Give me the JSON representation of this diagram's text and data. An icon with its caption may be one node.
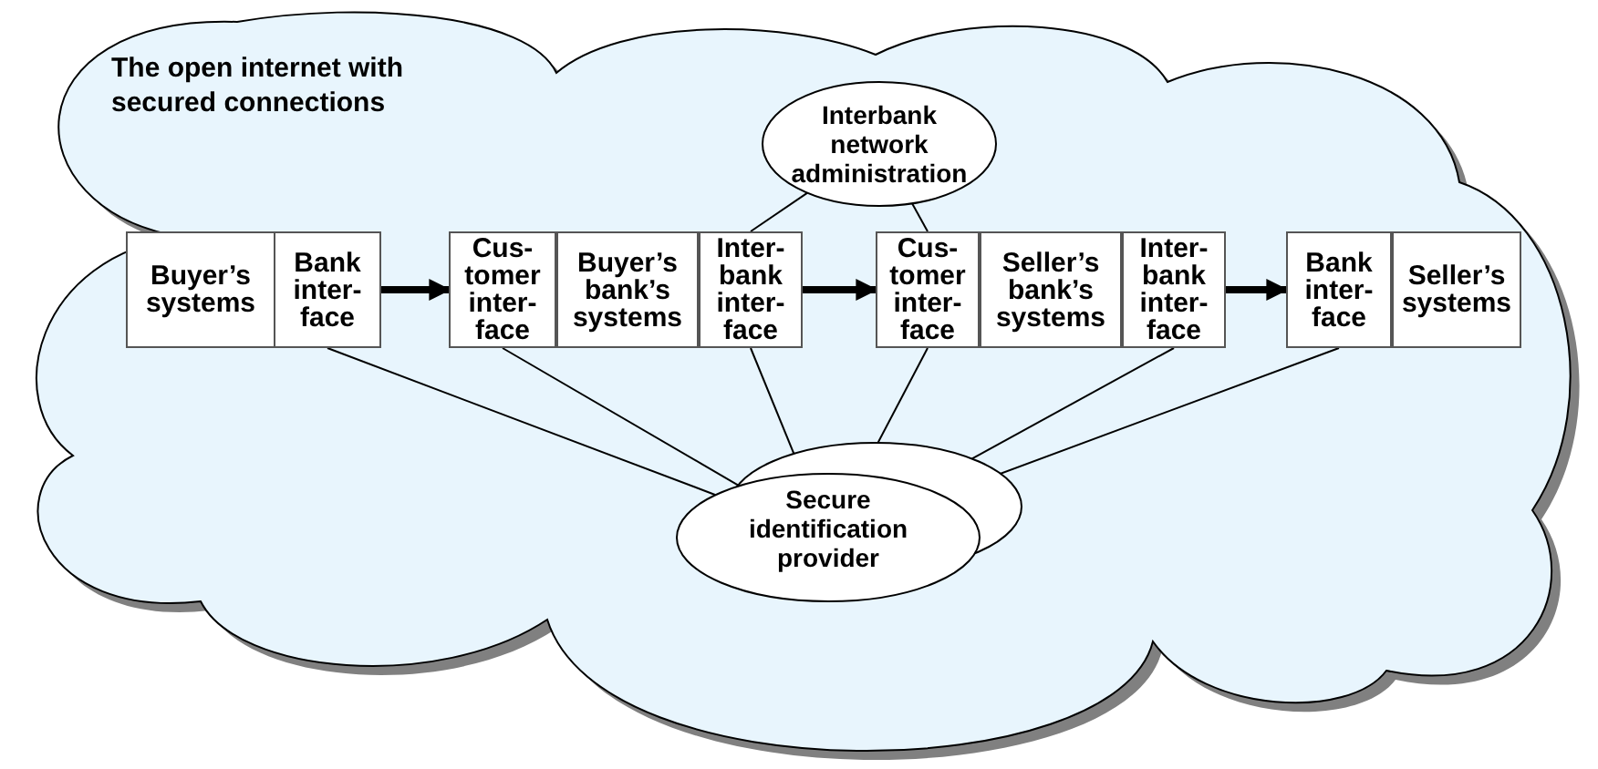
{
  "diagram": {
    "nodes": [
      {
        "text": [
          "The open internet with secured connections"
        ]
      },
      {
        "text": [
          "Interbank network administration"
        ],
        "in": 0
      },
      {
        "text": [
          "Buyer’s systems"
        ],
        "in": 0
      },
      {
        "text": [
          "Bank inter- face"
        ],
        "in": 0
      },
      {
        "text": [
          "Cus- tomer inter- face"
        ],
        "in": 0
      },
      {
        "text": [
          "Buyer’s bank’s systems"
        ],
        "in": 0
      },
      {
        "text": [
          "Inter- bank inter- face"
        ],
        "in": 0
      },
      {
        "text": [
          "Cus- tomer inter- face"
        ],
        "in": 0
      },
      {
        "text": [
          "Seller’s bank’s systems"
        ],
        "in": 0
      },
      {
        "text": [
          "Inter- bank inter- face"
        ],
        "in": 0
      },
      {
        "text": [
          "Bank inter- face"
        ],
        "in": 0
      },
      {
        "text": [
          "Seller’s systems"
        ],
        "in": 0
      },
      {
        "text": [
          "Secure identification provider"
        ],
        "in": 0
      }
    ],
    "edges": [
      {
        "from": 3,
        "to": 4,
        "arrow": "to",
        "style": "thick"
      },
      {
        "from": 6,
        "to": 7,
        "arrow": "to",
        "style": "thick"
      },
      {
        "from": 9,
        "to": 10,
        "arrow": "to",
        "style": "thick"
      },
      {
        "from": 1,
        "to": 6,
        "arrow": "none"
      },
      {
        "from": 1,
        "to": 7,
        "arrow": "none"
      },
      {
        "from": 3,
        "to": 12,
        "arrow": "none"
      },
      {
        "from": 4,
        "to": 12,
        "arrow": "none"
      },
      {
        "from": 6,
        "to": 12,
        "arrow": "none"
      },
      {
        "from": 7,
        "to": 12,
        "arrow": "none"
      },
      {
        "from": 9,
        "to": 12,
        "arrow": "none"
      },
      {
        "from": 10,
        "to": 12,
        "arrow": "none"
      }
    ]
  }
}
